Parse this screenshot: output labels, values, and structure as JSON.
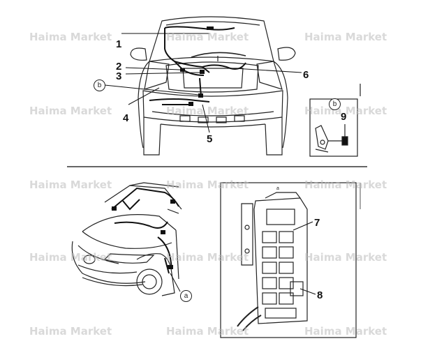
{
  "watermark": "Haima Market",
  "callouts": {
    "c1": "1",
    "c2": "2",
    "c3": "3",
    "c4": "4",
    "c5": "5",
    "c6": "6",
    "c7": "7",
    "c8": "8",
    "c9": "9"
  },
  "markers": {
    "b_main": "b",
    "b_detail": "b",
    "a_front": "a",
    "a_fuse": "a"
  }
}
